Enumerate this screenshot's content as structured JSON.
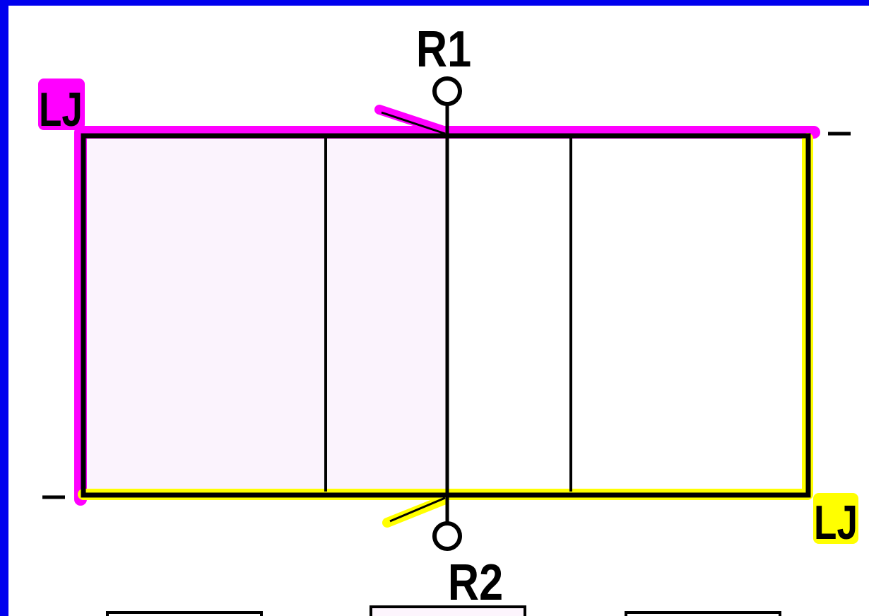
{
  "labels": {
    "r1": "R1",
    "r2": "R2",
    "lj_left": "LJ",
    "lj_right": "LJ"
  },
  "colors": {
    "background": "#0000ee",
    "panel": "#ffffff",
    "magenta": "#ff00ff",
    "yellow": "#ffff00",
    "line": "#000000",
    "shade": "#fbf3fd"
  }
}
